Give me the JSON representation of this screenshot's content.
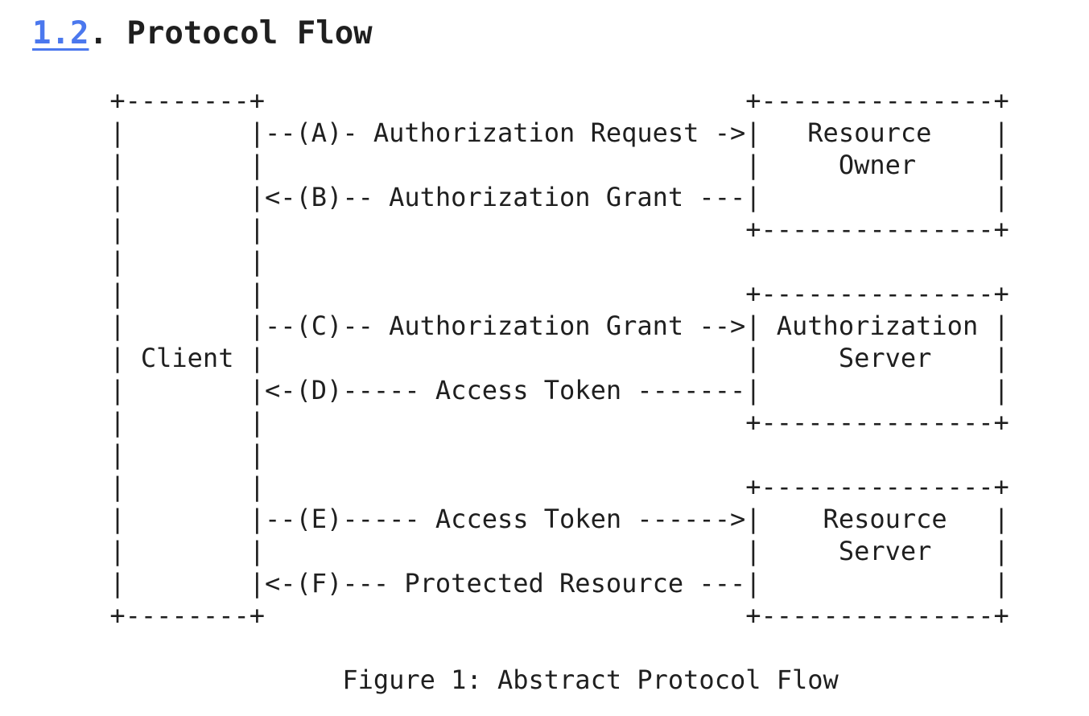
{
  "page": {
    "background_color": "#ffffff",
    "text_color": "#1f1f1f",
    "link_color": "#4b78ee"
  },
  "heading": {
    "section_number": "1.2",
    "separator": ". ",
    "title": "Protocol Flow"
  },
  "diagram": {
    "entities": [
      "Client",
      "Resource Owner",
      "Authorization Server",
      "Resource Server"
    ],
    "steps": [
      {
        "id": "A",
        "label": "Authorization Request",
        "direction": "client-to-resource-owner"
      },
      {
        "id": "B",
        "label": "Authorization Grant",
        "direction": "resource-owner-to-client"
      },
      {
        "id": "C",
        "label": "Authorization Grant",
        "direction": "client-to-authorization-server"
      },
      {
        "id": "D",
        "label": "Access Token",
        "direction": "authorization-server-to-client"
      },
      {
        "id": "E",
        "label": "Access Token",
        "direction": "client-to-resource-server"
      },
      {
        "id": "F",
        "label": "Protected Resource",
        "direction": "resource-server-to-client"
      }
    ],
    "lines": [
      "     +--------+                               +---------------+",
      "     |        |--(A)- Authorization Request ->|   Resource    |",
      "     |        |                               |     Owner     |",
      "     |        |<-(B)-- Authorization Grant ---|               |",
      "     |        |                               +---------------+",
      "     |        |",
      "     |        |                               +---------------+",
      "     |        |--(C)-- Authorization Grant -->| Authorization |",
      "     | Client |                               |     Server    |",
      "     |        |<-(D)----- Access Token -------|               |",
      "     |        |                               +---------------+",
      "     |        |",
      "     |        |                               +---------------+",
      "     |        |--(E)----- Access Token ------>|    Resource   |",
      "     |        |                               |     Server    |",
      "     |        |<-(F)--- Protected Resource ---|               |",
      "     +--------+                               +---------------+"
    ]
  },
  "caption": "Figure 1: Abstract Protocol Flow"
}
